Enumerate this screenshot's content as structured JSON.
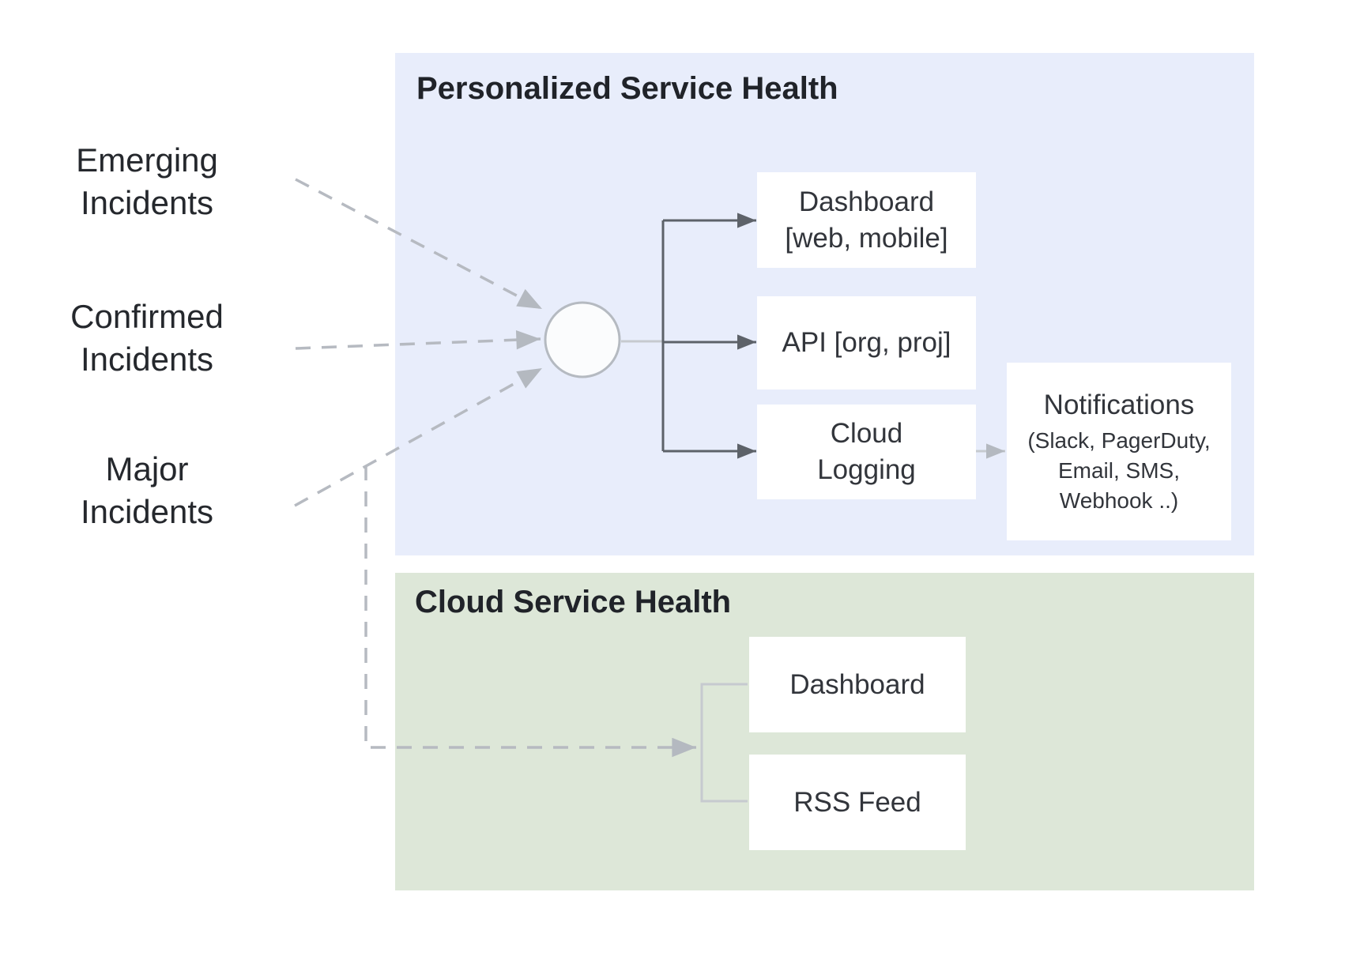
{
  "colors": {
    "personalized_panel_bg": "#e8edfb",
    "cloud_panel_bg": "#dde7d8",
    "box_bg": "#ffffff",
    "title_text": "#202329",
    "label_text": "#25282d",
    "box_text": "#32353b",
    "solid_arrow": "#5d6269",
    "light_connector": "#c6cacf",
    "dashed_connector": "#b6bac1",
    "node_circle_fill": "#fbfcfd",
    "node_circle_stroke": "#b5bac1"
  },
  "sources": [
    {
      "label": "Emerging\nIncidents"
    },
    {
      "label": "Confirmed\nIncidents"
    },
    {
      "label": "Major\nIncidents"
    }
  ],
  "personalized": {
    "title": "Personalized Service Health",
    "outputs": {
      "dashboard": "Dashboard\n[web, mobile]",
      "api": "API [org, proj]",
      "cloud_logging": "Cloud\nLogging",
      "notifications_title": "Notifications",
      "notifications_channels": "(Slack, PagerDuty,\nEmail, SMS,\nWebhook ..)"
    }
  },
  "cloud": {
    "title": "Cloud Service Health",
    "outputs": {
      "dashboard": "Dashboard",
      "rss_feed": "RSS Feed"
    }
  }
}
